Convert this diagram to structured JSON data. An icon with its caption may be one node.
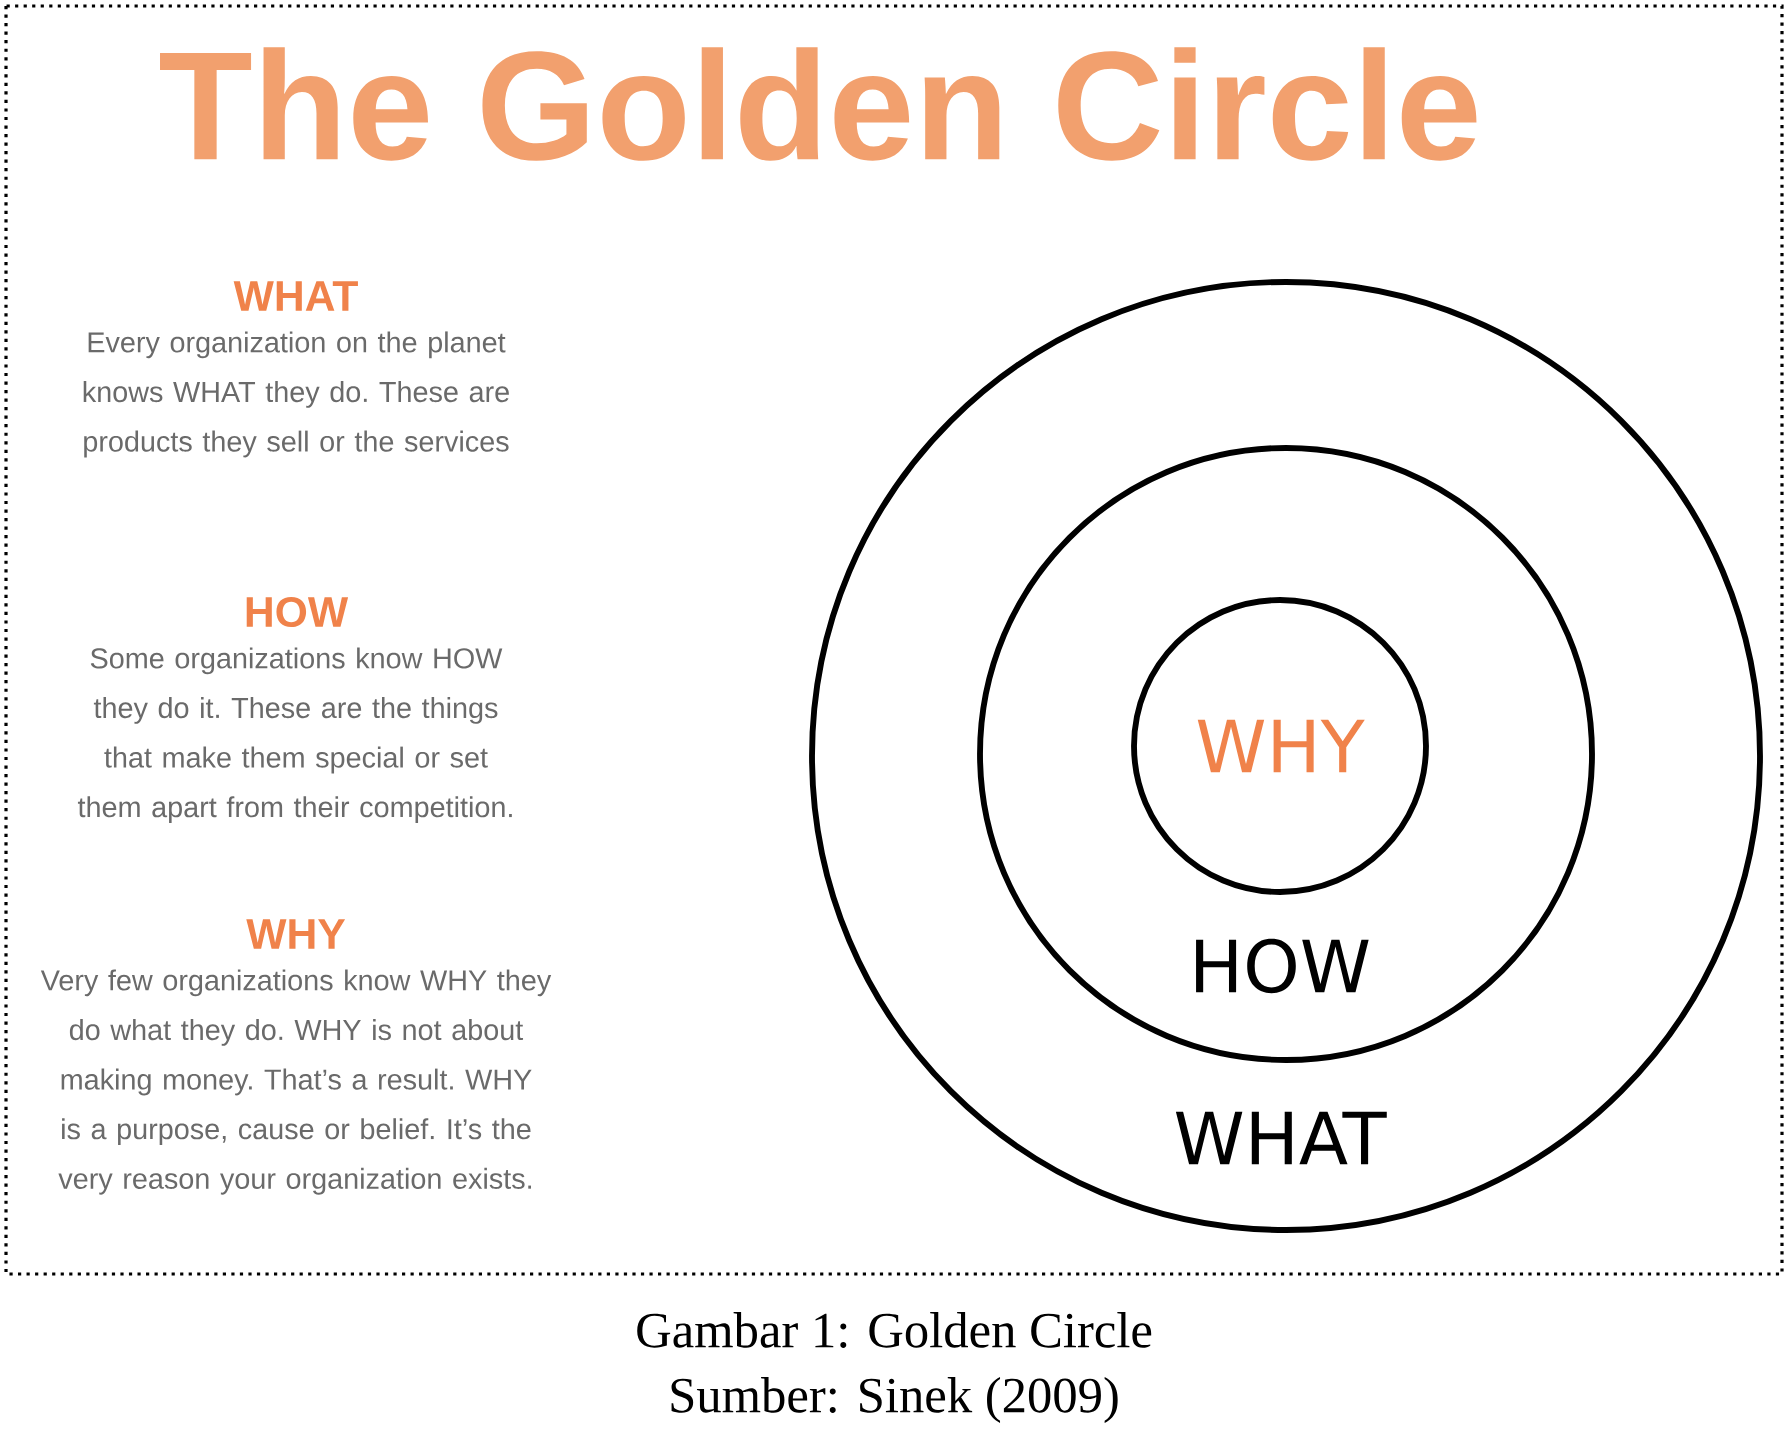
{
  "diagram": {
    "title": "The Golden Circle",
    "caption": "Gambar 1: Golden Circle",
    "nodes": [
      {
        "text": [
          "WHAT"
        ]
      },
      {
        "text": [
          "HOW"
        ],
        "in": 0
      },
      {
        "text": [
          "WHY"
        ],
        "in": 1
      }
    ],
    "labels": [
      "WHAT",
      "Every organization on the planet knows WHAT they do. These are products they sell or the services",
      "HOW",
      "Some organizations know HOW they do it. These are the things that make them special or set them apart from their competition.",
      "WHY",
      "Very few organizations know WHY they do what they do. WHY is not about making money. That’s a result. WHY is a purpose, cause or belief. It’s the very reason your organization exists.",
      "Sumber: Sinek (2009)"
    ]
  }
}
